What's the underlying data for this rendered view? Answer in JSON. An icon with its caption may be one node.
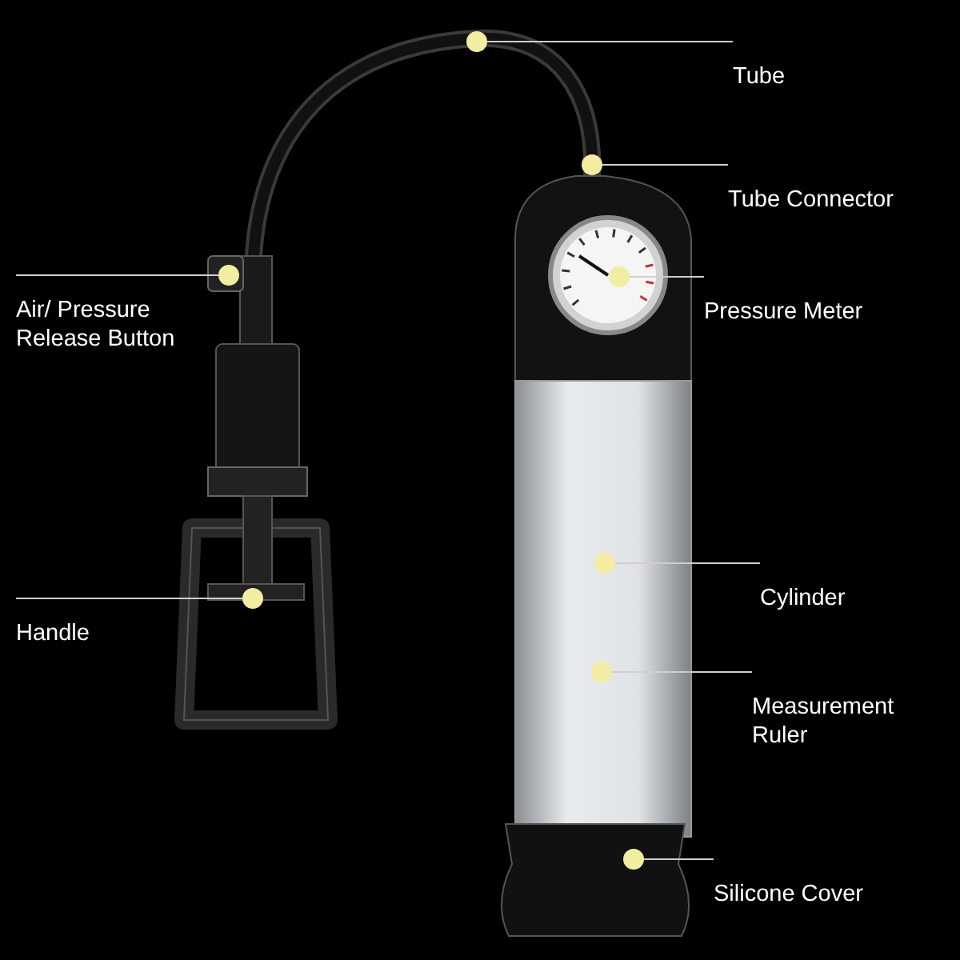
{
  "diagram": {
    "nodes": [
      {
        "text": [
          "Tube"
        ]
      },
      {
        "text": [
          "Tube Connector"
        ]
      },
      {
        "text": [
          "Air/ Pressure Release Button"
        ]
      },
      {
        "text": [
          "Pressure Meter"
        ]
      },
      {
        "text": [
          "Handle"
        ]
      },
      {
        "text": [
          "Cylinder"
        ]
      },
      {
        "text": [
          "Measurement Ruler"
        ]
      },
      {
        "text": [
          "Silicone Cover"
        ]
      }
    ],
    "edges": [
      {
        "from": 0,
        "to": null,
        "arrow": "other"
      },
      {
        "from": 1,
        "to": null,
        "arrow": "other"
      },
      {
        "from": 2,
        "to": null,
        "arrow": "other"
      },
      {
        "from": 3,
        "to": null,
        "arrow": "other"
      },
      {
        "from": 4,
        "to": null,
        "arrow": "other"
      },
      {
        "from": 5,
        "to": null,
        "arrow": "other"
      },
      {
        "from": 6,
        "to": null,
        "arrow": "other"
      },
      {
        "from": 7,
        "to": null,
        "arrow": "other"
      }
    ]
  }
}
